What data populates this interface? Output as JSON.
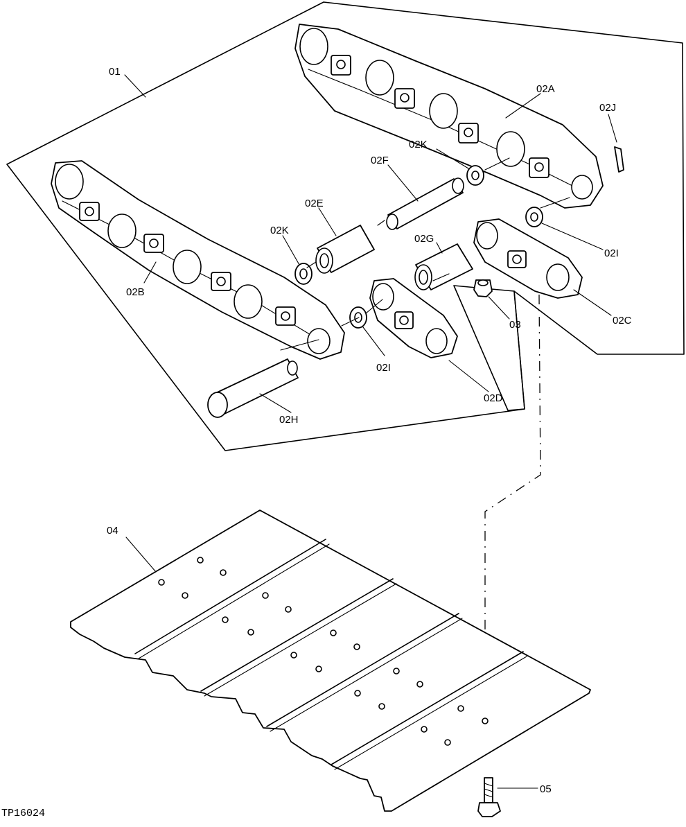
{
  "figure_code": "TP16024",
  "callouts": {
    "c01": "01",
    "c02A": "02A",
    "c02J": "02J",
    "c02K_top": "02K",
    "c02F": "02F",
    "c02E": "02E",
    "c02K_left": "02K",
    "c02G": "02G",
    "c02I_right": "02I",
    "c02B": "02B",
    "c03": "03",
    "c02C": "02C",
    "c02I_mid": "02I",
    "c02D": "02D",
    "c02H": "02H",
    "c04": "04",
    "c05": "05"
  }
}
